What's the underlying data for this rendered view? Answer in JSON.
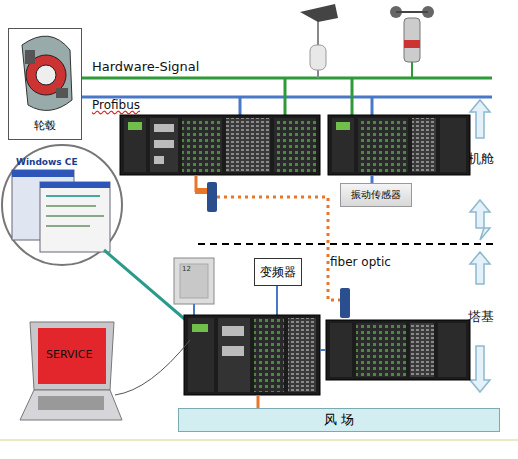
{
  "diagram": {
    "nodes": [
      {
        "text": [
          "轮毂"
        ]
      },
      {
        "text": [
          "振动传感器"
        ]
      },
      {
        "text": [
          "变频器"
        ]
      },
      {
        "text": [
          "风 场"
        ]
      }
    ],
    "labels": [
      "Hardware-Signal",
      "Profibus",
      "机舱",
      "fiber optic",
      "塔基",
      "12",
      "SERVICE",
      "Windows CE"
    ]
  }
}
